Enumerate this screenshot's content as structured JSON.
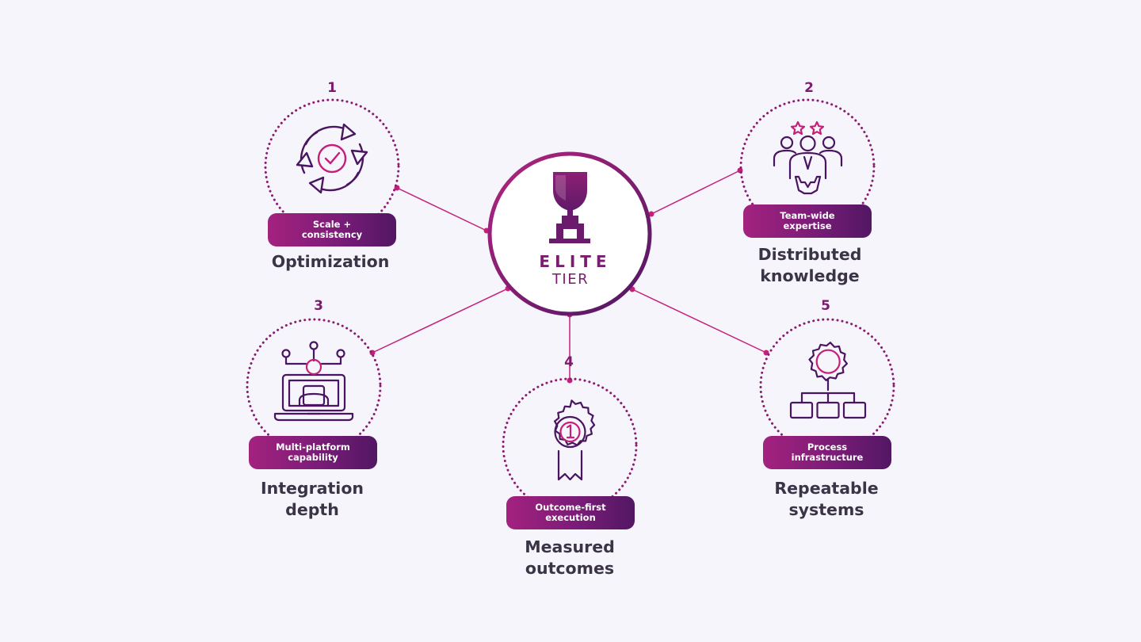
{
  "center": {
    "label_top": "ELITE",
    "label_bottom": "TIER",
    "icon": "trophy-icon"
  },
  "colors": {
    "accent": "#c4207a",
    "deep_purple": "#4a1560",
    "text_dark": "#3b3446",
    "background": "#f6f5fc"
  },
  "nodes": [
    {
      "number": "1",
      "pill_line1": "Scale +",
      "pill_line2": "consistency",
      "title_line1": "Optimization",
      "title_line2": "",
      "icon": "refresh-check-icon"
    },
    {
      "number": "2",
      "pill_line1": "Team-wide",
      "pill_line2": "expertise",
      "title_line1": "Distributed",
      "title_line2": "knowledge",
      "icon": "team-stars-icon"
    },
    {
      "number": "3",
      "pill_line1": "Multi-platform",
      "pill_line2": "capability",
      "title_line1": "Integration",
      "title_line2": "depth",
      "icon": "laptop-network-icon"
    },
    {
      "number": "4",
      "pill_line1": "Outcome-first",
      "pill_line2": "execution",
      "title_line1": "Measured",
      "title_line2": "outcomes",
      "icon": "gear-medal-icon"
    },
    {
      "number": "5",
      "pill_line1": "Process",
      "pill_line2": "infrastructure",
      "title_line1": "Repeatable",
      "title_line2": "systems",
      "icon": "gear-hierarchy-icon"
    }
  ]
}
